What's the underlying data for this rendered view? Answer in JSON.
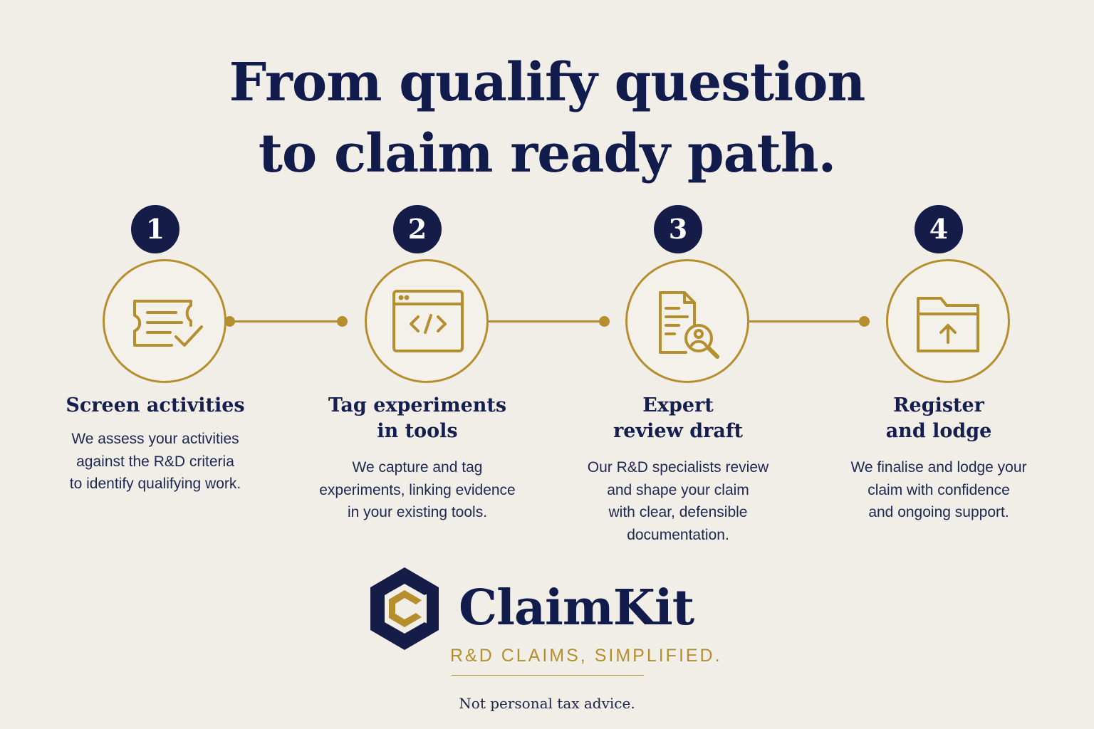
{
  "headline": {
    "line1": "From qualify question",
    "line2": "to claim ready path."
  },
  "steps": [
    {
      "number": "1",
      "icon": "checklist-ticket-icon",
      "title": "Screen activities",
      "description": "We assess your activities\nagainst the R&D criteria\nto identify qualifying work."
    },
    {
      "number": "2",
      "icon": "code-window-icon",
      "title": "Tag experiments\nin tools",
      "description": "We capture and tag\nexperiments, linking evidence\nin your existing tools."
    },
    {
      "number": "3",
      "icon": "document-search-icon",
      "title": "Expert\nreview draft",
      "description": "Our R&D specialists review\nand shape your claim\nwith clear, defensible\ndocumentation."
    },
    {
      "number": "4",
      "icon": "folder-upload-icon",
      "title": "Register\nand lodge",
      "description": "We finalise and lodge your\nclaim with confidence\nand ongoing support."
    }
  ],
  "brand": {
    "name": "ClaimKit",
    "tagline": "R&D CLAIMS, SIMPLIFIED.",
    "logo_icon": "hexagon-c-logo"
  },
  "disclaimer": "Not personal tax advice.",
  "colors": {
    "navy": "#141c47",
    "gold": "#b58f2e",
    "background": "#f1eee8"
  }
}
